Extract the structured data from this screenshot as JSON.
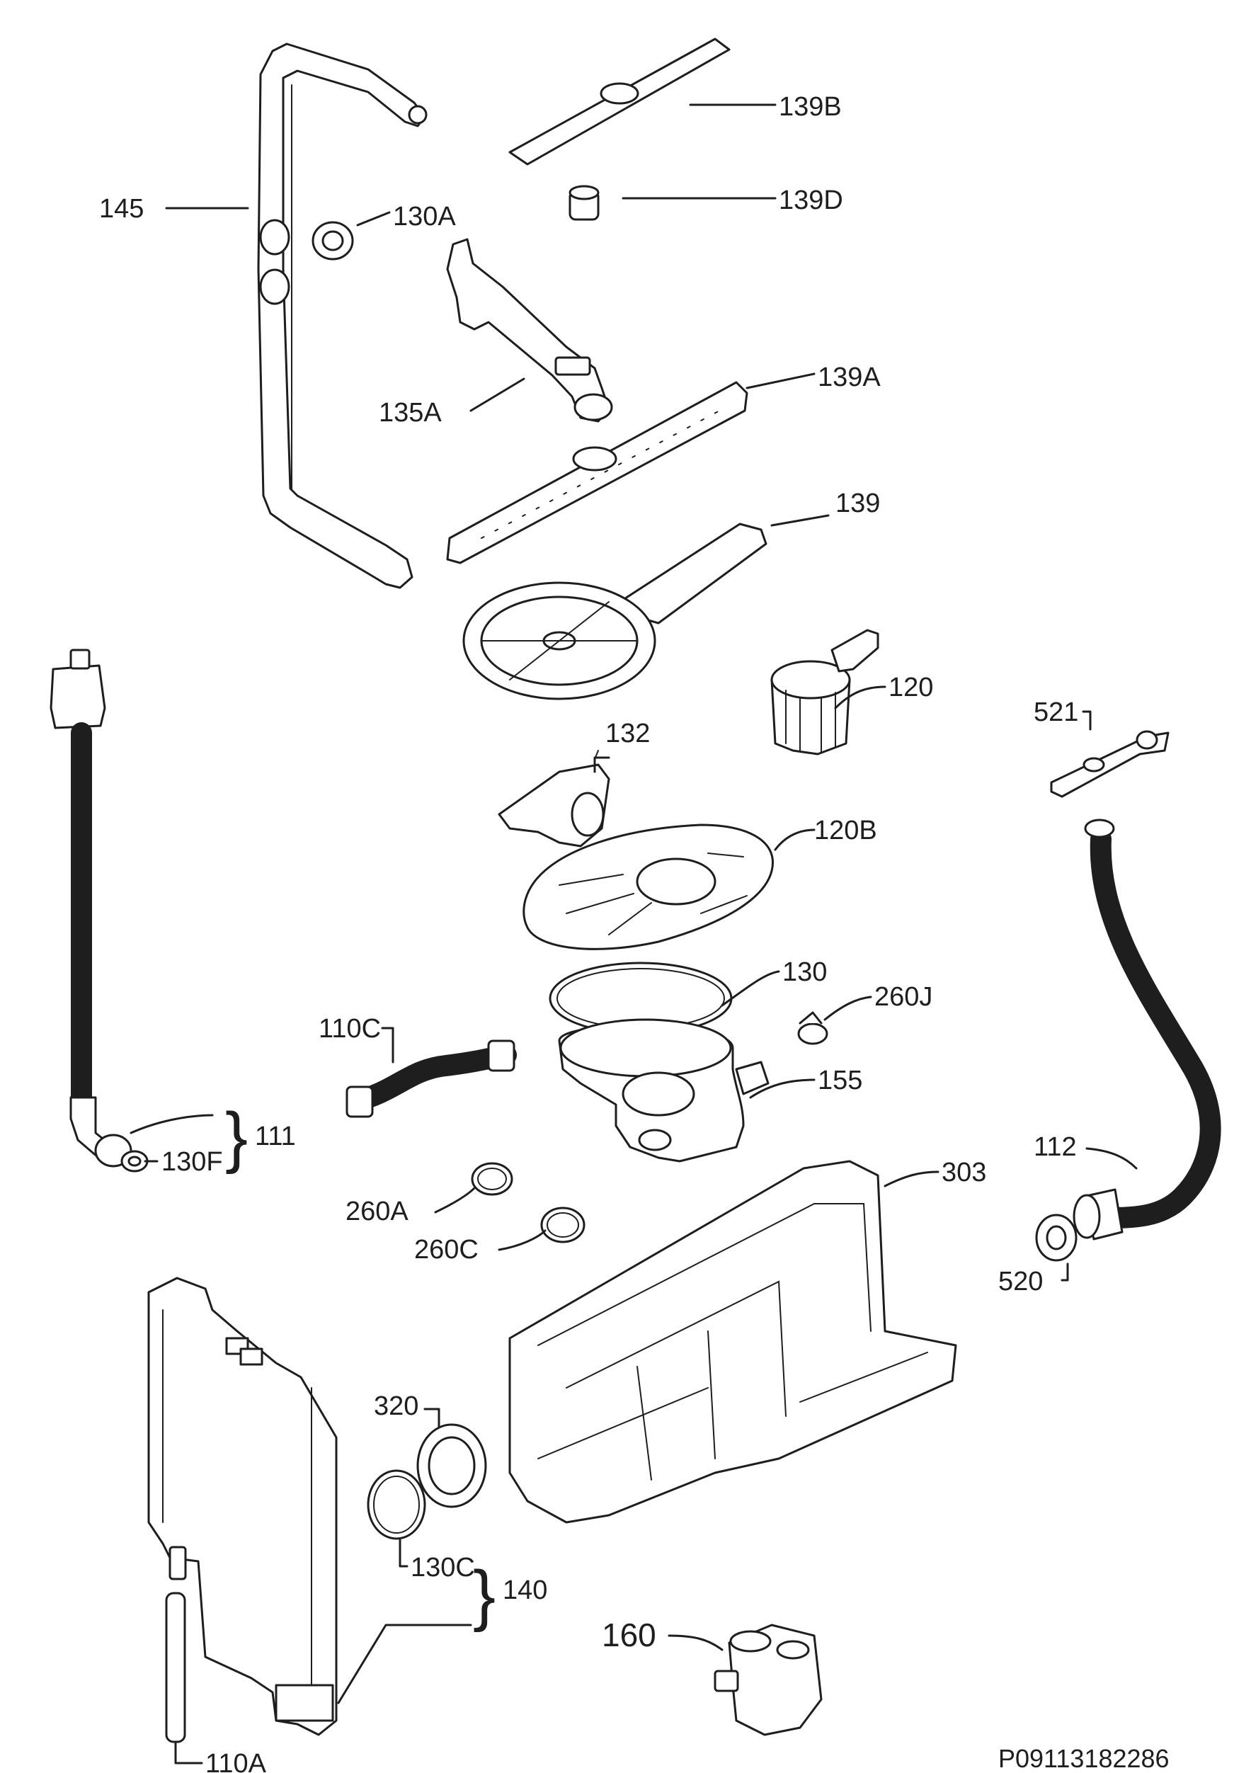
{
  "labels": {
    "p145": "145",
    "p130A": "130A",
    "p139B": "139B",
    "p139D": "139D",
    "p135A": "135A",
    "p139A": "139A",
    "p139": "139",
    "p120": "120",
    "p521": "521",
    "p132": "132",
    "p120B": "120B",
    "p130": "130",
    "p260J": "260J",
    "p110C": "110C",
    "p155": "155",
    "p111": "111",
    "p130F": "130F",
    "p112": "112",
    "p303": "303",
    "p260A": "260A",
    "p260C": "260C",
    "p520": "520",
    "p320": "320",
    "p130C": "130C",
    "p140": "140",
    "p160": "160",
    "p110A": "110A"
  },
  "document_id": "P09113182286"
}
